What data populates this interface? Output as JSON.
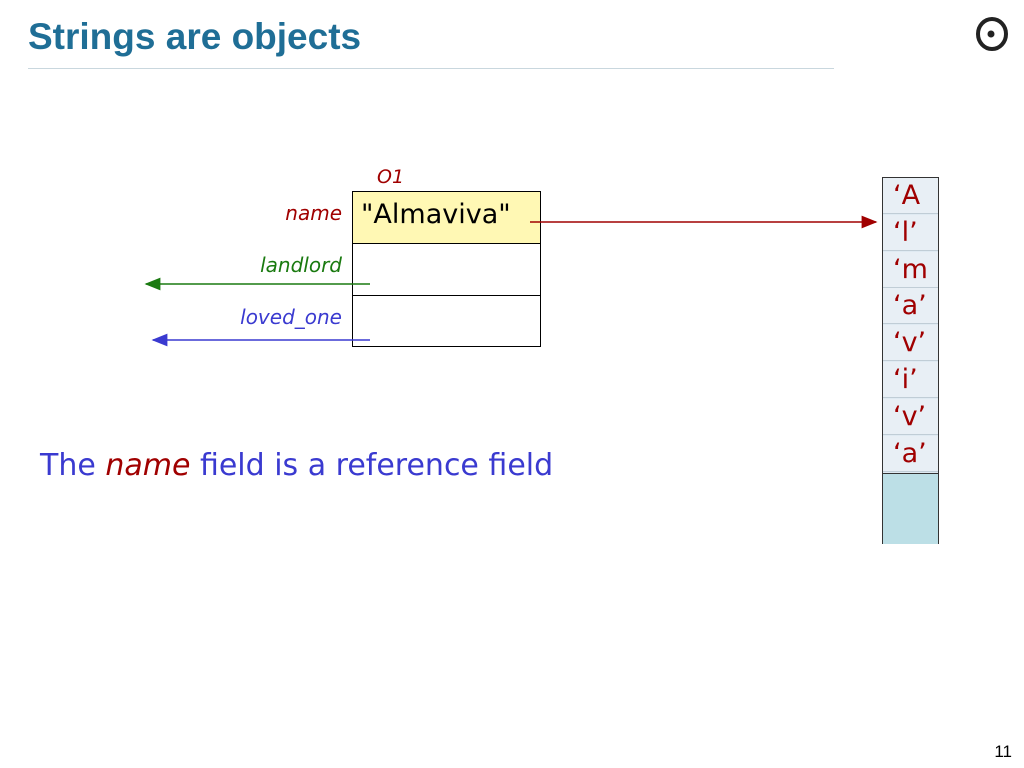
{
  "slide": {
    "title": "Strings are objects",
    "number": "11"
  },
  "object": {
    "label": "O1",
    "fields": {
      "name": {
        "label": "name",
        "value": "\"Almaviva\""
      },
      "landlord": {
        "label": "landlord"
      },
      "loved_one": {
        "label": "loved_one"
      }
    }
  },
  "string_chars": [
    "‘A",
    "‘l’",
    "‘m",
    "‘a’",
    "‘v’",
    "‘i’",
    "‘v’",
    "‘a’"
  ],
  "caption": {
    "pre": "The ",
    "emphasis": "name",
    "post": " field is a reference field"
  },
  "colors": {
    "title": "#1f6e96",
    "name_red": "#a00000",
    "landlord_green": "#1a7a10",
    "loved_blue": "#3a3ad0",
    "name_fill": "#fff8b4",
    "char_column": "#bcdfe6"
  },
  "icons": {
    "logo": "eiffel-logo-icon"
  }
}
